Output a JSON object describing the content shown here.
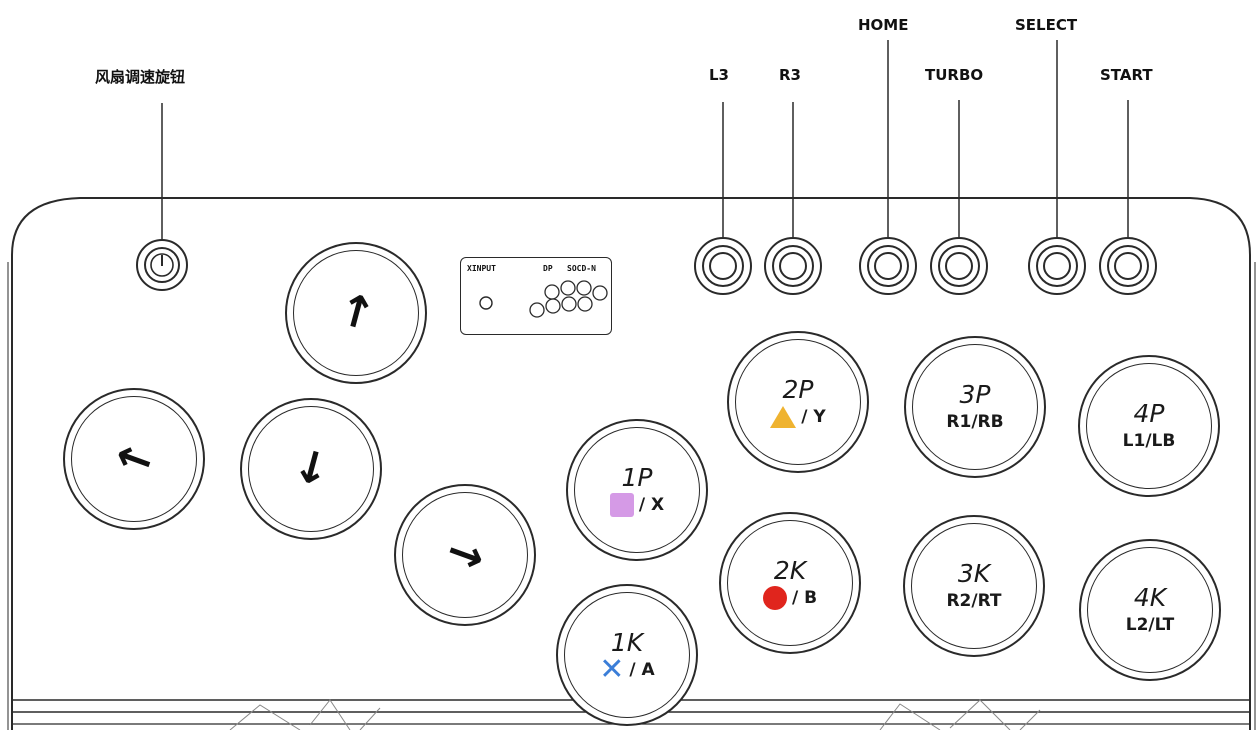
{
  "top_labels": {
    "fan_knob": "风扇调速旋钮",
    "l3": "L3",
    "r3": "R3",
    "home": "HOME",
    "turbo": "TURBO",
    "select": "SELECT",
    "start": "START"
  },
  "mode_panel": {
    "xinput": "XINPUT",
    "dp": "DP",
    "socd": "SOCD-N"
  },
  "directions": {
    "up": "↑",
    "left": "←",
    "down": "↓",
    "right": "→"
  },
  "attack_buttons": {
    "b1p": {
      "code": "1P",
      "map": "/ X",
      "symbol": "square-icon"
    },
    "b2p": {
      "code": "2P",
      "map": "/ Y",
      "symbol": "triangle-icon"
    },
    "b3p": {
      "code": "3P",
      "map": "R1/RB"
    },
    "b4p": {
      "code": "4P",
      "map": "L1/LB"
    },
    "b1k": {
      "code": "1K",
      "map": "/ A",
      "symbol": "cross-icon"
    },
    "b2k": {
      "code": "2K",
      "map": "/ B",
      "symbol": "circle-icon"
    },
    "b3k": {
      "code": "3K",
      "map": "R2/RT"
    },
    "b4k": {
      "code": "4K",
      "map": "L2/LT"
    }
  },
  "colors": {
    "square": "#d59ae6",
    "triangle": "#efb330",
    "circle": "#e0251d",
    "cross": "#3b7ed8"
  }
}
